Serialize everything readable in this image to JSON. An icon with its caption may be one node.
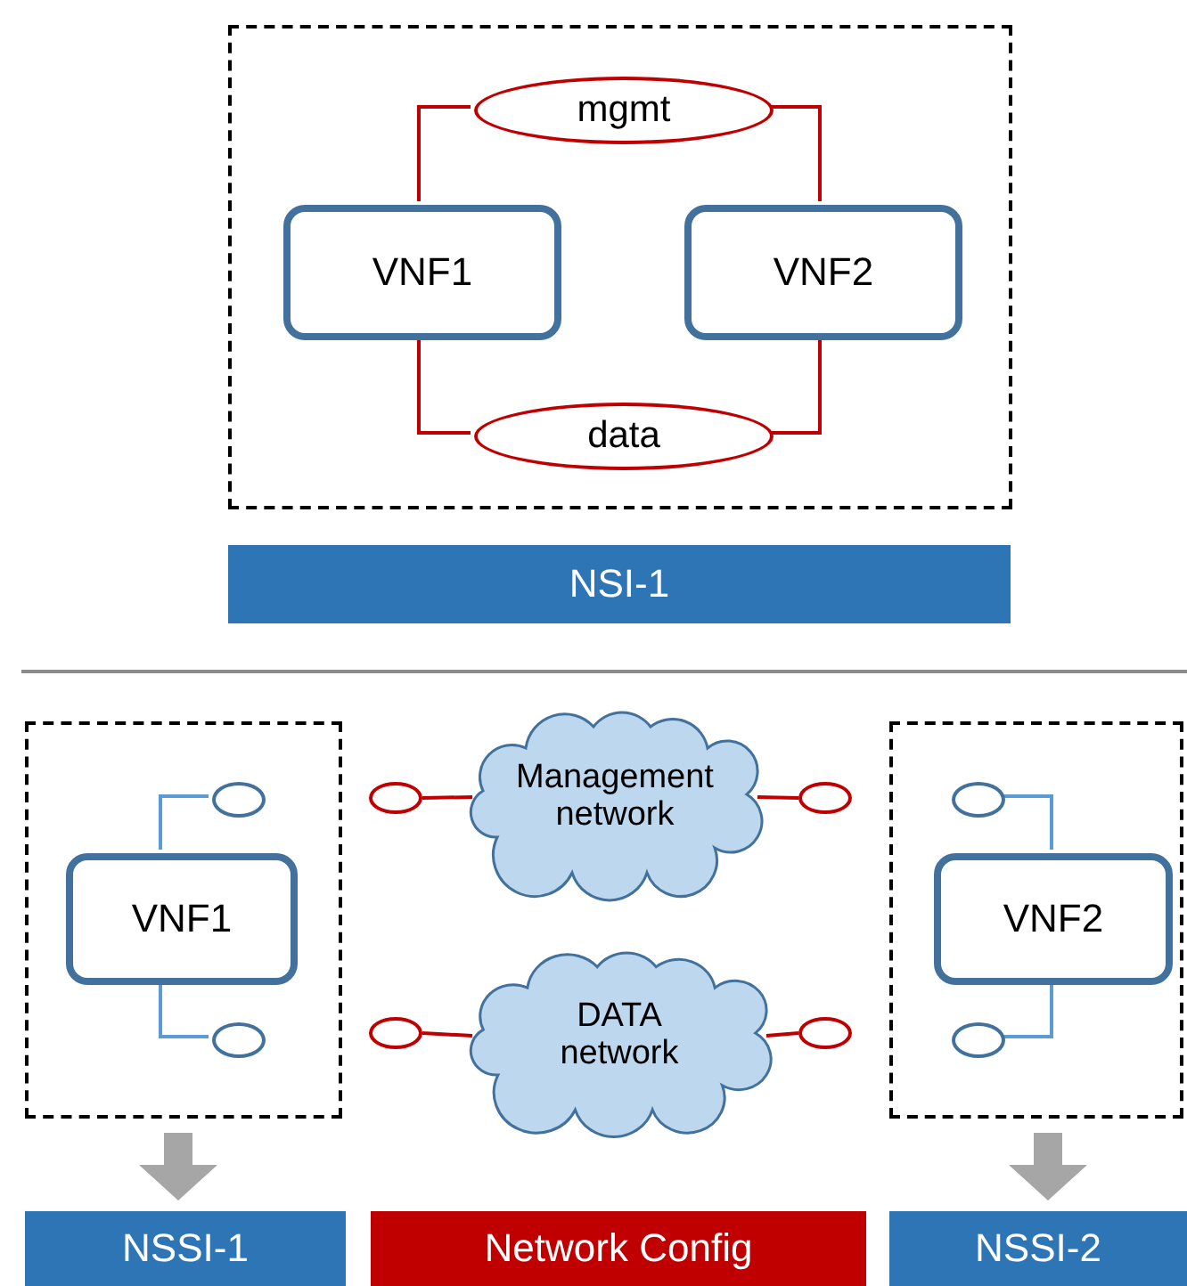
{
  "diagram": {
    "nodes": [
      {
        "text": [],
        "shape": "box"
      },
      {
        "text": [
          "VNF1"
        ],
        "in": 0
      },
      {
        "text": [
          "VNF2"
        ],
        "in": 0
      },
      {
        "text": [
          "mgmt"
        ],
        "in": 0
      },
      {
        "text": [
          "data"
        ],
        "in": 0
      },
      {
        "text": [
          "NSI-1"
        ]
      },
      {
        "text": [],
        "shape": "box"
      },
      {
        "text": [
          "VNF1"
        ],
        "in": 6
      },
      {
        "text": [],
        "shape": "circle",
        "in": 6
      },
      {
        "text": [],
        "shape": "circle",
        "in": 6
      },
      {
        "text": [],
        "shape": "circle"
      },
      {
        "text": [
          "Management network"
        ]
      },
      {
        "text": [],
        "shape": "circle"
      },
      {
        "text": [],
        "shape": "circle"
      },
      {
        "text": [
          "DATA network"
        ]
      },
      {
        "text": [],
        "shape": "circle"
      },
      {
        "text": [],
        "shape": "box"
      },
      {
        "text": [],
        "shape": "circle",
        "in": 16
      },
      {
        "text": [],
        "shape": "circle",
        "in": 16
      },
      {
        "text": [
          "VNF2"
        ],
        "in": 16
      },
      {
        "text": [
          "NSSI-1"
        ]
      },
      {
        "text": [
          "Network Config"
        ]
      },
      {
        "text": [
          "NSSI-2"
        ]
      }
    ],
    "edges": [
      {
        "from": 1,
        "to": 3,
        "arrow": "none",
        "color": "#c00000"
      },
      {
        "from": 3,
        "to": 2,
        "arrow": "none",
        "color": "#c00000"
      },
      {
        "from": 1,
        "to": 4,
        "arrow": "none",
        "color": "#c00000"
      },
      {
        "from": 4,
        "to": 2,
        "arrow": "none",
        "color": "#c00000"
      },
      {
        "from": 7,
        "to": 8,
        "arrow": "none",
        "color": "#5b9bd5"
      },
      {
        "from": 7,
        "to": 9,
        "arrow": "none",
        "color": "#5b9bd5"
      },
      {
        "from": 10,
        "to": 11,
        "arrow": "none",
        "color": "#c00000"
      },
      {
        "from": 11,
        "to": 12,
        "arrow": "none",
        "color": "#c00000"
      },
      {
        "from": 13,
        "to": 14,
        "arrow": "none",
        "color": "#c00000"
      },
      {
        "from": 14,
        "to": 15,
        "arrow": "none",
        "color": "#c00000"
      },
      {
        "from": 19,
        "to": 17,
        "arrow": "none",
        "color": "#5b9bd5"
      },
      {
        "from": 19,
        "to": 18,
        "arrow": "none",
        "color": "#5b9bd5"
      },
      {
        "from": 6,
        "to": 20,
        "arrow": "to",
        "style": "thick",
        "color": "#a6a6a6"
      },
      {
        "from": 16,
        "to": 22,
        "arrow": "to",
        "style": "thick",
        "color": "#a6a6a6"
      }
    ]
  }
}
